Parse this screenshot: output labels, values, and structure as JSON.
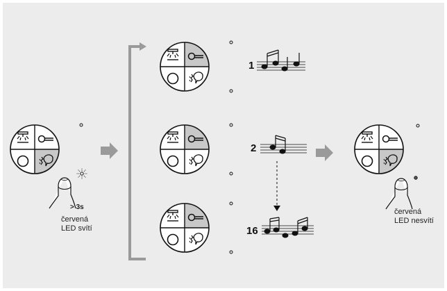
{
  "start_panel": {
    "hold_time": "> 3s",
    "led_label_line1": "červená",
    "led_label_line2": "LED svítí"
  },
  "options": [
    {
      "number": "1",
      "notes_count": 4
    },
    {
      "number": "2",
      "notes_count": 2
    },
    {
      "number": "16",
      "notes_count": 5
    }
  ],
  "end_panel": {
    "led_label_line1": "červená",
    "led_label_line2": "LED nesvítí"
  },
  "colors": {
    "background": "#ececec",
    "panel_highlight": "#c8c8c8",
    "arrow": "#9a9a9a",
    "bracket": "#9a9a9a"
  },
  "icons": [
    "doorbell-light-icon",
    "key-icon",
    "ring-icon",
    "speaking-head-icon",
    "hand-press-icon",
    "music-notes-icon",
    "led-indicator-icon"
  ]
}
